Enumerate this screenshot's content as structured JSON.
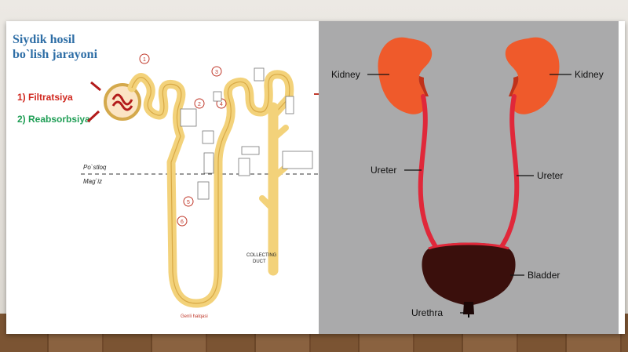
{
  "left": {
    "title_line1": "Siydik hosil",
    "title_line2": "bo`lish jarayoni",
    "item1": "1) Filtratsiya",
    "item2": "2) Reabsorbsiya",
    "cortex_label": "Po`stloq",
    "medulla_label": "Mag`iz",
    "circle_labels": [
      "1",
      "2",
      "3",
      "4",
      "5",
      "6"
    ],
    "bottom_label": "Genli halqasi",
    "duct_label_line1": "COLLECTING",
    "duct_label_line2": "DUCT"
  },
  "right": {
    "kidney_left": "Kidney",
    "kidney_right": "Kidney",
    "ureter_left": "Ureter",
    "ureter_right": "Ureter",
    "bladder": "Bladder",
    "urethra": "Urethra"
  },
  "colors": {
    "title": "#2e6ea6",
    "filtration": "#d0271e",
    "reabsorption": "#1f9e55",
    "kidney": "#ef5a2b",
    "bladder": "#3a0f0c",
    "tubule": "#f3d27a"
  }
}
